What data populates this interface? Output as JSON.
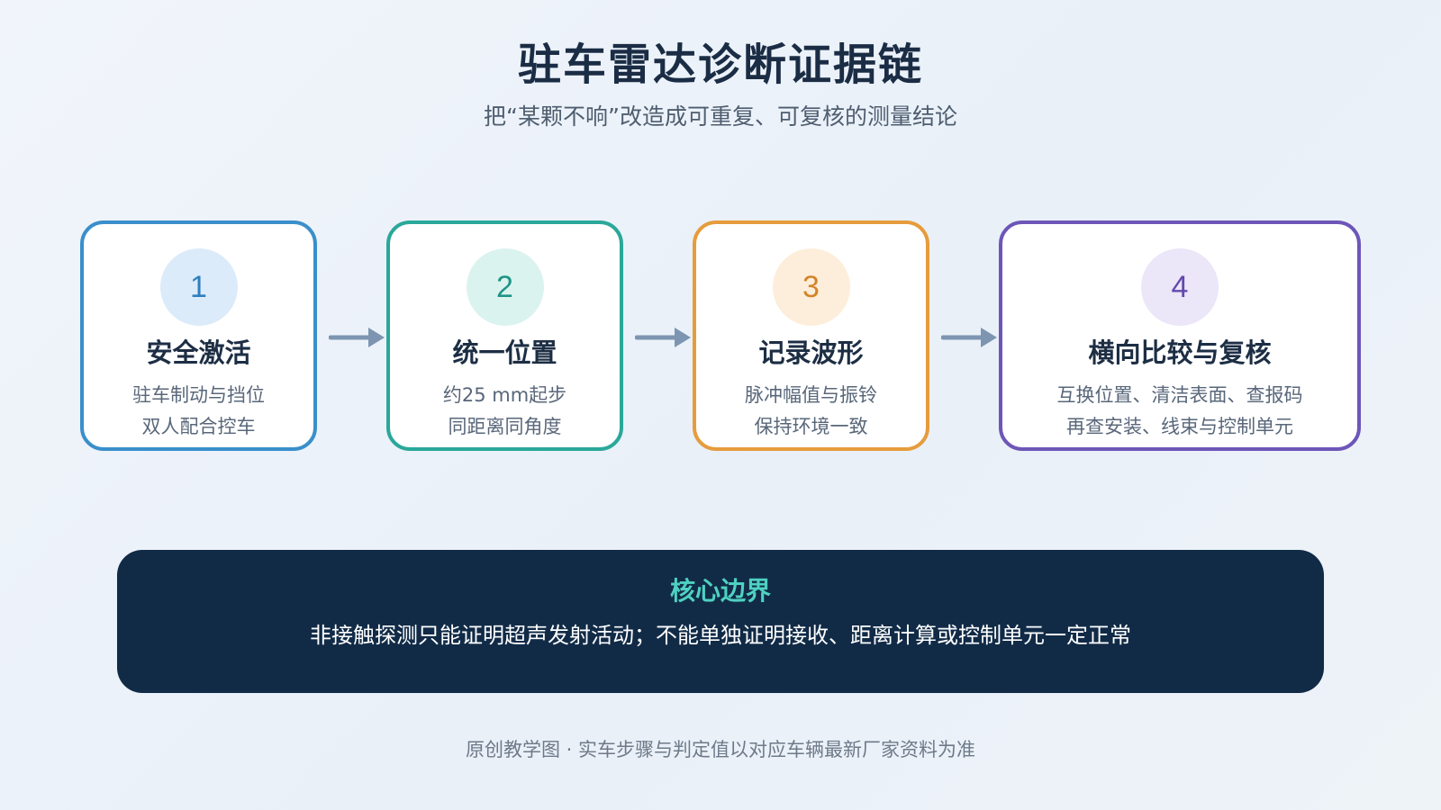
{
  "header": {
    "title": "驻车雷达诊断证据链",
    "subtitle": "把“某颗不响”改造成可重复、可复核的测量结论"
  },
  "steps": [
    {
      "number": "1",
      "title": "安全激活",
      "lines": [
        "驻车制动与挡位",
        "双人配合控车"
      ],
      "color": "#3a8fcb"
    },
    {
      "number": "2",
      "title": "统一位置",
      "lines": [
        "约25 mm起步",
        "同距离同角度"
      ],
      "color": "#2aa89a"
    },
    {
      "number": "3",
      "title": "记录波形",
      "lines": [
        "脉冲幅值与振铃",
        "保持环境一致"
      ],
      "color": "#e69c3d"
    },
    {
      "number": "4",
      "title": "横向比较与复核",
      "lines": [
        "互换位置、清洁表面、查报码",
        "再查安装、线束与控制单元"
      ],
      "color": "#6e56b8"
    }
  ],
  "core": {
    "label": "核心边界",
    "text": "非接触探测只能证明超声发射活动；不能单独证明接收、距离计算或控制单元一定正常"
  },
  "footer": {
    "text": "原创教学图 · 实车步骤与判定值以对应车辆最新厂家资料为准"
  },
  "colors": {
    "arrow": "#7d95b0",
    "core_background": "#112b47",
    "core_label": "#4fd1c1"
  },
  "icons": {
    "connector": "arrow-right-icon"
  }
}
